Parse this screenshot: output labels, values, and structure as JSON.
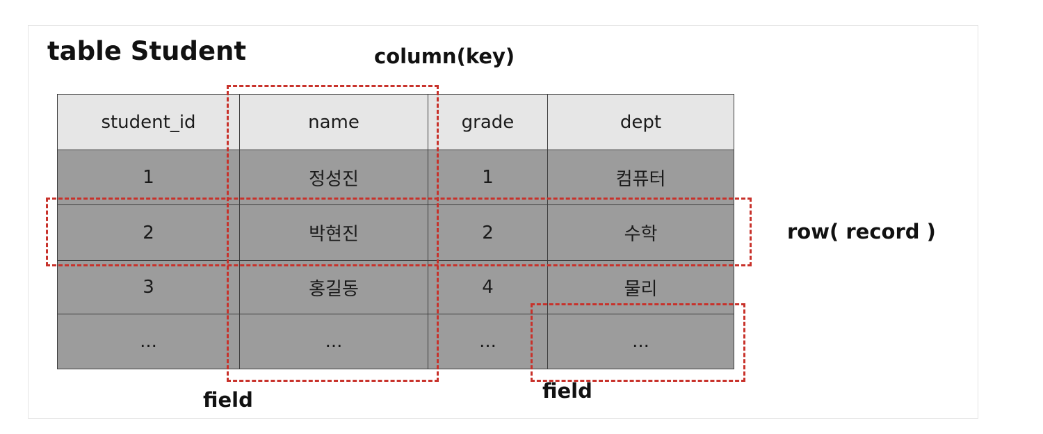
{
  "title": "table Student",
  "annotations": {
    "column_label": "column(key)",
    "row_label": "row( record )",
    "field_label_1": "field",
    "field_label_2": "field"
  },
  "table": {
    "headers": [
      "student_id",
      "name",
      "grade",
      "dept"
    ],
    "rows": [
      [
        "1",
        "정성진",
        "1",
        "컴퓨터"
      ],
      [
        "2",
        "박현진",
        "2",
        "수학"
      ],
      [
        "3",
        "홍길동",
        "4",
        "물리"
      ],
      [
        "...",
        "...",
        "...",
        "..."
      ]
    ]
  },
  "colors": {
    "header_bg": "#e6e6e6",
    "row_bg": "#9c9c9c",
    "highlight": "#c8322b"
  }
}
